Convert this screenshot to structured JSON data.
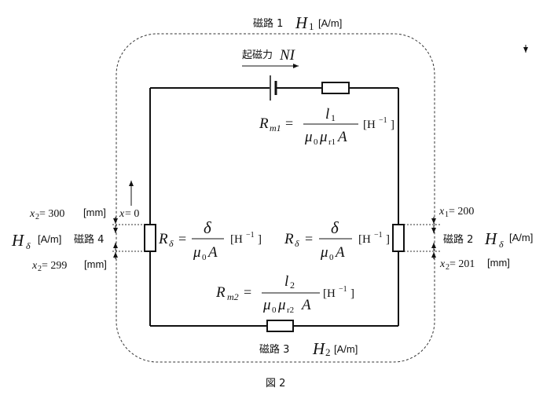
{
  "labels": {
    "path1": "磁路 1",
    "path1_H": "H",
    "path1_H_sub": "1",
    "path1_unit": "[A/m]",
    "mmf_text": "起磁力",
    "mmf_sym": "NI",
    "rm1_R": "R",
    "rm1_sub": "m1",
    "rm1_num": "l",
    "rm1_num_sub": "1",
    "rm1_den_mu0": "μ",
    "rm1_den_0": "0",
    "rm1_den_mur": "μ",
    "rm1_den_r1": "r1",
    "rm1_den_A": "A",
    "unit_H": "[H",
    "unit_exp": "−1",
    "unit_close": "]",
    "x2_300": "x",
    "x2_300_sub": "2",
    "x2_300_val": " = 300",
    "x2_300_unit": "[mm]",
    "x0_x": "x",
    "x0_val": " = 0",
    "x1_200": "x",
    "x1_200_sub": "1",
    "x1_200_val": " = 200",
    "left_H": "H",
    "left_H_sub": "δ",
    "left_unit": "[A/m]",
    "path4": "磁路 4",
    "rdelta_R": "R",
    "rdelta_sub": "δ",
    "rdelta_num": "δ",
    "rdelta_den_mu": "μ",
    "rdelta_den_0": "0",
    "rdelta_den_A": "A",
    "path2": "磁路 2",
    "right_H": "H",
    "right_H_sub": "δ",
    "right_unit": "[A/m]",
    "x2_299": "x",
    "x2_299_sub": "2",
    "x2_299_val": " = 299",
    "x2_299_unit": "[mm]",
    "x2_201": "x",
    "x2_201_sub": "2",
    "x2_201_val": " = 201",
    "x2_201_unit": "[mm]",
    "rm2_R": "R",
    "rm2_sub": "m2",
    "rm2_num": "l",
    "rm2_num_sub": "2",
    "rm2_den_mu0": "μ",
    "rm2_den_0": "0",
    "rm2_den_mur": "μ",
    "rm2_den_r2": "r2",
    "rm2_den_A": "A",
    "path3": "磁路 3",
    "path3_H": "H",
    "path3_H_sub": "2",
    "path3_unit": "[A/m]",
    "caption": "図 2"
  }
}
